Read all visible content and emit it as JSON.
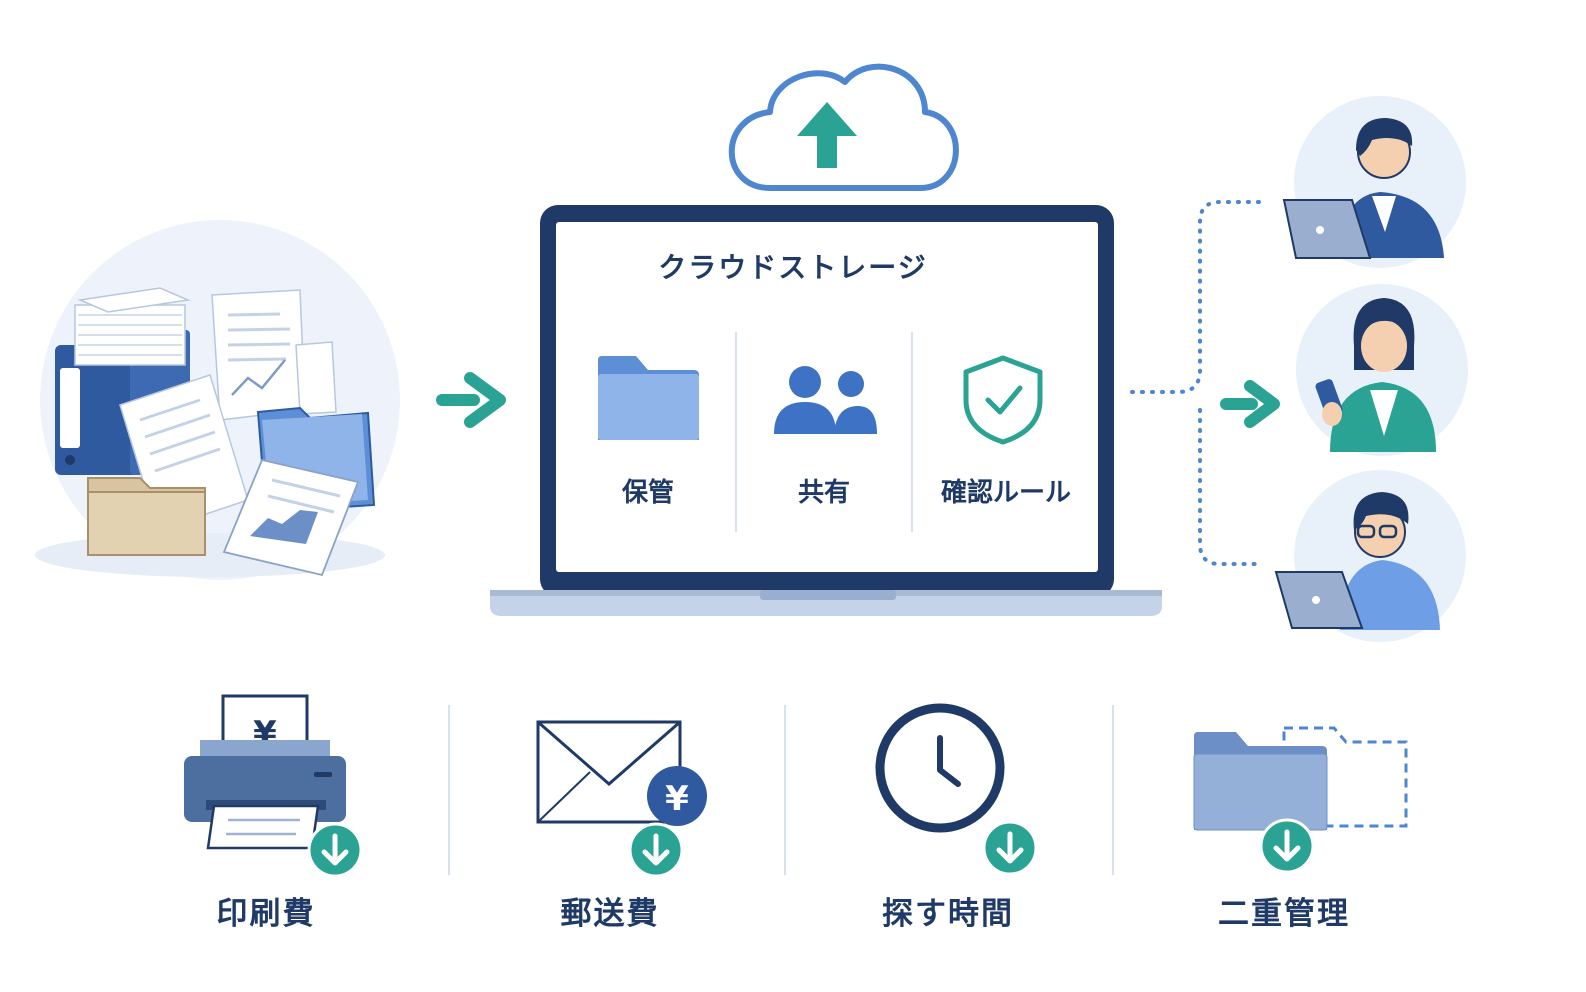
{
  "storage": {
    "title": "クラウドストレージ",
    "features": [
      {
        "label": "保管",
        "icon": "folder-icon"
      },
      {
        "label": "共有",
        "icon": "people-icon"
      },
      {
        "label": "確認ルール",
        "icon": "shield-check-icon"
      }
    ]
  },
  "savings": [
    {
      "label": "印刷費",
      "icon": "printer-yen-icon"
    },
    {
      "label": "郵送費",
      "icon": "envelope-yen-icon"
    },
    {
      "label": "探す時間",
      "icon": "clock-icon"
    },
    {
      "label": "二重管理",
      "icon": "duplicate-folder-icon"
    }
  ],
  "colors": {
    "navy": "#1f3a66",
    "teal": "#2aa394",
    "blue": "#4f86d0",
    "light_blue": "#e8f0fa"
  }
}
